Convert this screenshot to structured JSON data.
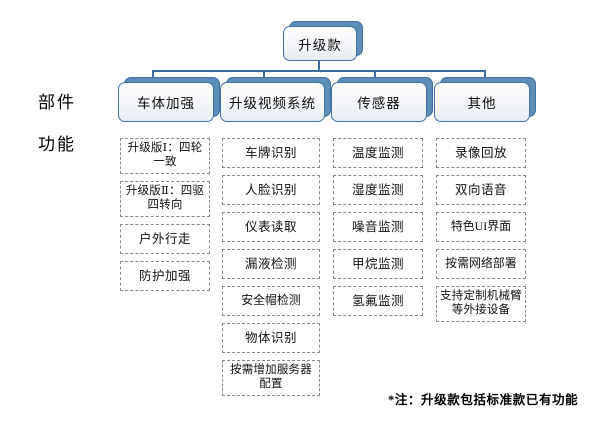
{
  "row_labels": {
    "parts": "部件",
    "functions": "功能"
  },
  "root": {
    "label": "升级款"
  },
  "categories": [
    {
      "label": "车体加强"
    },
    {
      "label": "升级视频系统"
    },
    {
      "label": "传感器"
    },
    {
      "label": "其他"
    }
  ],
  "functions": {
    "col1": [
      "升级版Ⅰ：四轮一致",
      "升级版Ⅱ：四驱四转向",
      "户外行走",
      "防护加强"
    ],
    "col2": [
      "车牌识别",
      "人脸识别",
      "仪表读取",
      "漏液检测",
      "安全帽检测",
      "物体识别",
      "按需增加服务器配置"
    ],
    "col3": [
      "温度监测",
      "湿度监测",
      "噪音监测",
      "甲烷监测",
      "氢氟监测"
    ],
    "col4": [
      "录像回放",
      "双向语音",
      "特色UI界面",
      "按需网络部署",
      "支持定制机械臂等外接设备"
    ]
  },
  "footnote": "*注：升级款包括标准款已有功能",
  "colors": {
    "box_border": "#4472a8",
    "box_shadow_layer": "#5b8db8",
    "connector": "#3d6da3",
    "dashed_border": "#8a8a8a",
    "background": "#ffffff"
  }
}
